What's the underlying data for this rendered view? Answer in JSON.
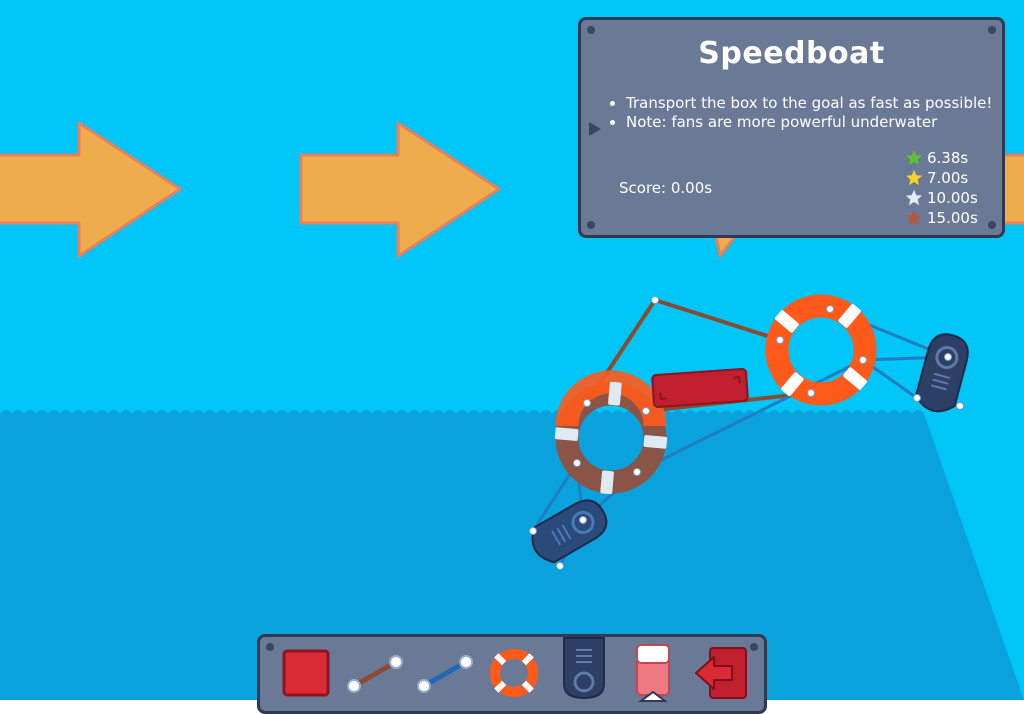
{
  "level": {
    "title": "Speedboat",
    "instructions": [
      "Transport the box to the goal as fast as possible!",
      "Note: fans are more powerful underwater"
    ],
    "score_label": "Score: 0.00s",
    "targets": [
      {
        "medal": "green-star-icon",
        "time": "6.38s",
        "color": "#5bc236"
      },
      {
        "medal": "gold-star-icon",
        "time": "7.00s",
        "color": "#f5d327"
      },
      {
        "medal": "silver-star-icon",
        "time": "10.00s",
        "color": "#e6ecf5"
      },
      {
        "medal": "bronze-star-icon",
        "time": "15.00s",
        "color": "#b35a3a"
      }
    ]
  },
  "toolbar": {
    "tools": [
      {
        "name": "box-tool",
        "icon": "red-box-icon"
      },
      {
        "name": "rod-tool",
        "icon": "brown-rod-icon"
      },
      {
        "name": "rope-tool",
        "icon": "blue-rope-icon"
      },
      {
        "name": "float-tool",
        "icon": "life-ring-icon"
      },
      {
        "name": "fan-tool",
        "icon": "fan-icon"
      },
      {
        "name": "eraser-tool",
        "icon": "eraser-icon"
      },
      {
        "name": "exit-tool",
        "icon": "exit-icon"
      }
    ]
  },
  "colors": {
    "sky": "#00c5f7",
    "water": "#0aa2dd",
    "arrow_fill": "#eeac4d",
    "arrow_stroke": "#e88060",
    "panel": "#6a7a96",
    "ring_orange": "#ff5a1a",
    "box_red": "#c0202e",
    "fan_navy": "#2e3f66"
  }
}
